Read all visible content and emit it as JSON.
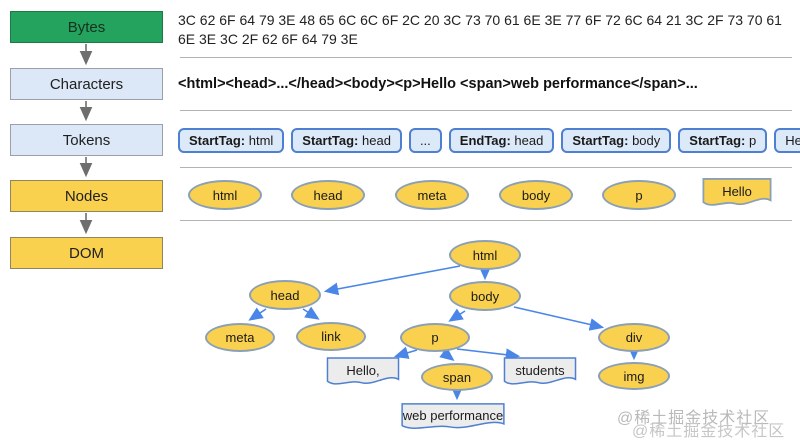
{
  "colors": {
    "stage_green": "#23a35d",
    "stage_green_border": "#1b7a46",
    "stage_blue_fill": "#dce8f7",
    "stage_blue_border": "#99a0a8",
    "stage_yellow_fill": "#fad14e",
    "stage_yellow_border": "#8f8660",
    "token_fill": "#dce9f9",
    "token_border": "#4e80d1",
    "ellipse_fill": "#fad14e",
    "ellipse_border": "#8ba0b5",
    "text_node_fill": "#ececec",
    "tree_arrow": "#4a86e8",
    "pipeline_arrow": "#6e6e6e",
    "divider": "#b3b3b3",
    "watermark": "#b9b9b9"
  },
  "pipeline": {
    "stages": [
      {
        "label": "Bytes"
      },
      {
        "label": "Characters"
      },
      {
        "label": "Tokens"
      },
      {
        "label": "Nodes"
      },
      {
        "label": "DOM"
      }
    ]
  },
  "bytes_row": {
    "line1": "3C 62 6F 64 79 3E 48 65 6C 6C 6F 2C 20 3C 73 70 61 6E 3E 77 6F 72 6C 64 21 3C 2F 73 70 61",
    "line2": "6E 3E 3C 2F 62 6F 64 79 3E"
  },
  "characters_row": {
    "text": "<html><head>...</head><body><p>Hello <span>web performance</span>..."
  },
  "tokens_row": {
    "tokens": [
      {
        "bold": "StartTag:",
        "text": " html"
      },
      {
        "bold": "StartTag:",
        "text": " head"
      },
      {
        "bold": "",
        "text": "..."
      },
      {
        "bold": "EndTag:",
        "text": " head"
      },
      {
        "bold": "StartTag:",
        "text": " body"
      },
      {
        "bold": "StartTag:",
        "text": " p"
      },
      {
        "bold": "",
        "text": "Hello"
      },
      {
        "bold": "",
        "text": "..."
      }
    ]
  },
  "nodes_row": {
    "ellipses": [
      "html",
      "head",
      "meta",
      "body",
      "p"
    ],
    "text_node": "Hello"
  },
  "dom_tree": {
    "ellipses": [
      "html",
      "head",
      "body",
      "meta",
      "link",
      "p",
      "div",
      "span",
      "img"
    ],
    "text_nodes": [
      "Hello,",
      "students",
      "web performance"
    ]
  },
  "watermark": {
    "text": "@稀土掘金技术社区"
  }
}
